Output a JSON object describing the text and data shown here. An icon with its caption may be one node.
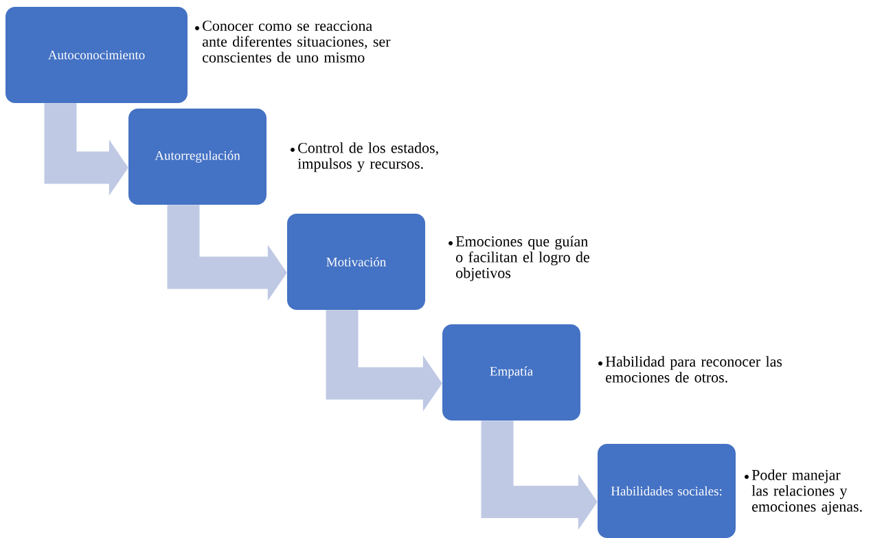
{
  "diagram": {
    "nodes": [
      {
        "text": [
          "Autoconocimiento"
        ],
        "beside": [
          "Conocer como se reacciona ante diferentes situaciones, ser conscientes de uno mismo"
        ]
      },
      {
        "text": [
          "Autorregulación"
        ],
        "beside": [
          "Control de los estados, impulsos y recursos."
        ]
      },
      {
        "text": [
          "Motivación"
        ],
        "beside": [
          "Emociones que guían o facilitan el logro de objetivos"
        ]
      },
      {
        "text": [
          "Empatía"
        ],
        "beside": [
          "Habilidad para reconocer las emociones de otros."
        ]
      },
      {
        "text": [
          "Habilidades sociales:"
        ],
        "beside": [
          "Poder manejar las relaciones y emociones ajenas."
        ]
      }
    ],
    "edges": [
      {
        "from": 0,
        "to": 1,
        "arrow": "to"
      },
      {
        "from": 1,
        "to": 2,
        "arrow": "to"
      },
      {
        "from": 2,
        "to": 3,
        "arrow": "to"
      },
      {
        "from": 3,
        "to": 4,
        "arrow": "to"
      }
    ]
  }
}
